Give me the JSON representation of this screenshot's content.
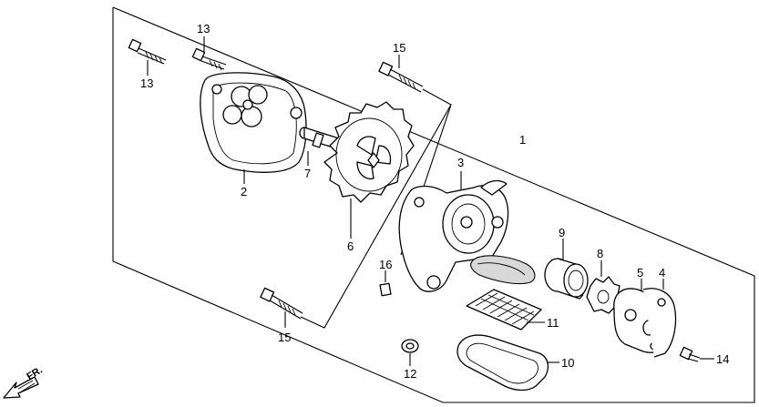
{
  "callouts": [
    {
      "id": "c1",
      "text": "1"
    },
    {
      "id": "c2",
      "text": "2"
    },
    {
      "id": "c3",
      "text": "3"
    },
    {
      "id": "c4",
      "text": "4"
    },
    {
      "id": "c5",
      "text": "5"
    },
    {
      "id": "c6",
      "text": "6"
    },
    {
      "id": "c7",
      "text": "7"
    },
    {
      "id": "c8",
      "text": "8"
    },
    {
      "id": "c9",
      "text": "9"
    },
    {
      "id": "c10",
      "text": "10"
    },
    {
      "id": "c11",
      "text": "11"
    },
    {
      "id": "c12",
      "text": "12"
    },
    {
      "id": "c13a",
      "text": "13"
    },
    {
      "id": "c13b",
      "text": "13"
    },
    {
      "id": "c14",
      "text": "14"
    },
    {
      "id": "c15a",
      "text": "15"
    },
    {
      "id": "c15b",
      "text": "15"
    },
    {
      "id": "c16",
      "text": "16"
    }
  ],
  "direction_label": "FR."
}
